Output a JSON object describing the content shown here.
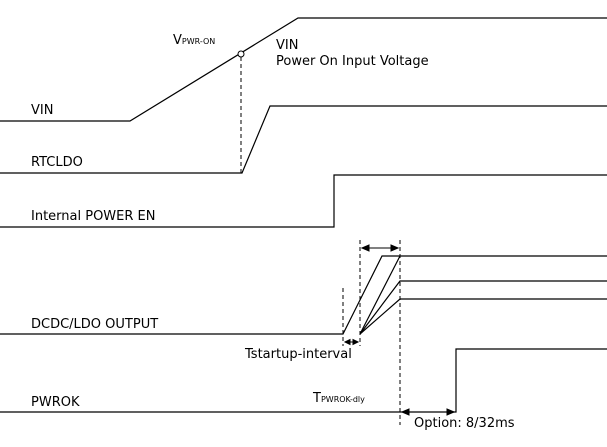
{
  "signals": {
    "vin": "VIN",
    "rtcldo": "RTCLDO",
    "internal_power_en": "Internal POWER EN",
    "dcdc_ldo_output": "DCDC/LDO OUTPUT",
    "pwrok": "PWROK"
  },
  "annotations": {
    "vpwr_on_main": "V",
    "vpwr_on_sub": "PWR-ON",
    "vin_title": "VIN",
    "vin_desc": "Power On Input Voltage",
    "tstartup_main": "T",
    "tstartup_sub": "startup-interval",
    "tpwrok_main": "T",
    "tpwrok_sub": "PWROK-dly",
    "option": "Option: 8/32ms"
  },
  "colors": {
    "line": "#000000"
  }
}
